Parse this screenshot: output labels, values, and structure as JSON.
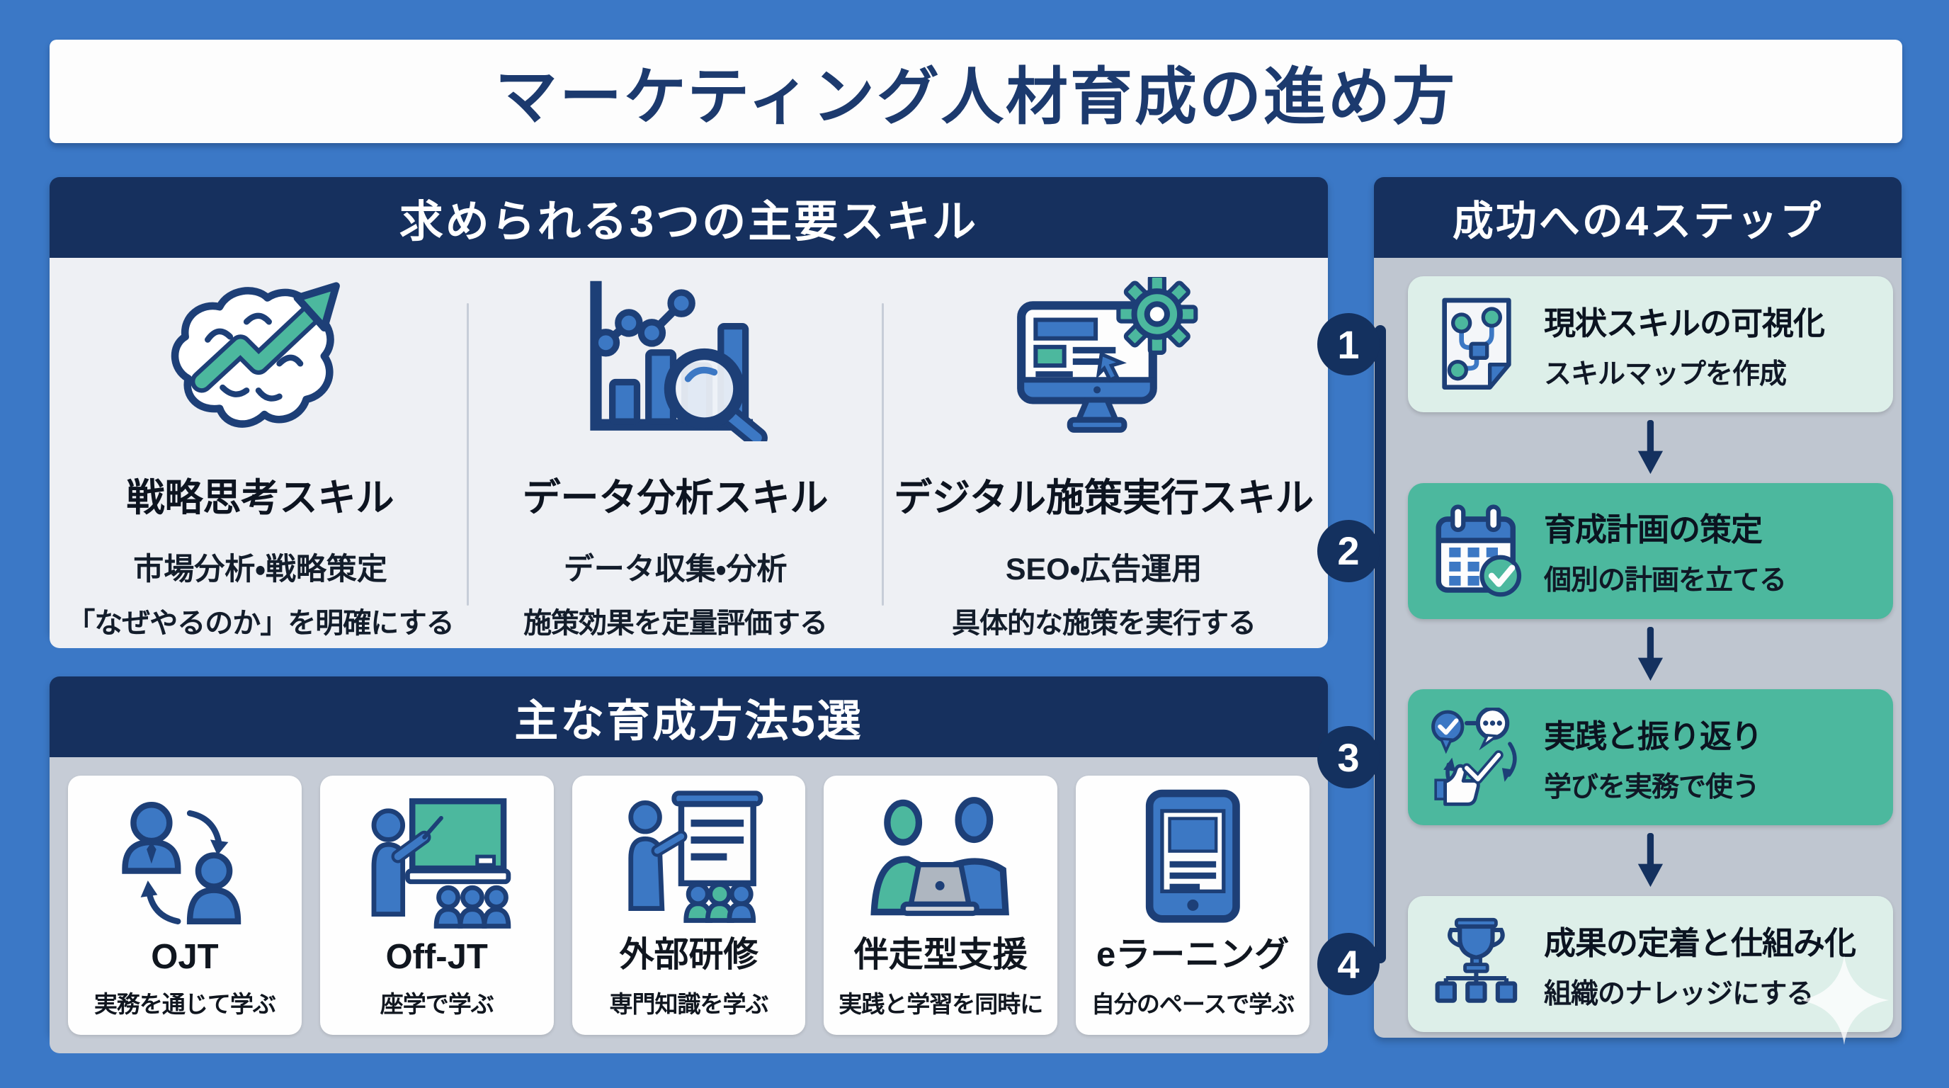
{
  "page": {
    "title": "マーケティング人材育成の進め方"
  },
  "skills_section": {
    "header": "求められる3つの主要スキル",
    "items": [
      {
        "icon": "brain-growth-icon",
        "title": "戦略思考スキル",
        "line1": "市場分析・戦略策定",
        "line2": "「なぜやるのか」を明確にする"
      },
      {
        "icon": "data-analysis-icon",
        "title": "データ分析スキル",
        "line1": "データ収集・分析",
        "line2": "施策効果を定量評価する"
      },
      {
        "icon": "digital-execution-icon",
        "title": "デジタル施策実行スキル",
        "line1": "SEO・広告運用",
        "line2": "具体的な施策を実行する"
      }
    ]
  },
  "methods_section": {
    "header": "主な育成方法5選",
    "items": [
      {
        "icon": "ojt-mentoring-icon",
        "title": "OJT",
        "desc": "実務を通じて学ぶ"
      },
      {
        "icon": "classroom-lecture-icon",
        "title": "Off-JT",
        "desc": "座学で学ぶ"
      },
      {
        "icon": "external-seminar-icon",
        "title": "外部研修",
        "desc": "専門知識を学ぶ"
      },
      {
        "icon": "pair-support-icon",
        "title": "伴走型支援",
        "desc": "実践と学習を同時に"
      },
      {
        "icon": "elearning-tablet-icon",
        "title": "eラーニング",
        "desc": "自分のペースで学ぶ"
      }
    ]
  },
  "steps_section": {
    "header": "成功への4ステップ",
    "items": [
      {
        "number": "1",
        "icon": "skill-map-document-icon",
        "title": "現状スキルの可視化",
        "desc": "スキルマップを作成",
        "variant": "light"
      },
      {
        "number": "2",
        "icon": "training-calendar-icon",
        "title": "育成計画の策定",
        "desc": "個別の計画を立てる",
        "variant": "teal"
      },
      {
        "number": "3",
        "icon": "practice-review-icon",
        "title": "実践と振り返り",
        "desc": "学びを実務で使う",
        "variant": "teal"
      },
      {
        "number": "4",
        "icon": "trophy-organization-icon",
        "title": "成果の定着と仕組み化",
        "desc": "組織のナレッジにする",
        "variant": "light"
      }
    ]
  },
  "colors": {
    "page_background": "#3b78c6",
    "header_navy": "#16305e",
    "outline_navy": "#1d3f77",
    "timeline_navy": "#14315f",
    "icon_blue": "#3c78c4",
    "accent_teal": "#4cb89e",
    "step_mint": "#ddefe9",
    "skills_body": "#eef0f4",
    "methods_body": "#c6ccd6",
    "steps_body": "#bfc6d0",
    "card_white": "#ffffff",
    "title_text": "#1c3a6e"
  }
}
